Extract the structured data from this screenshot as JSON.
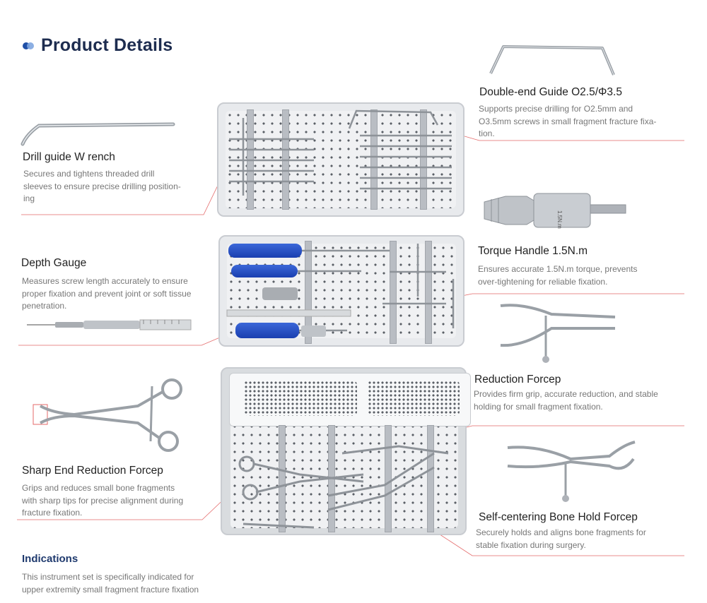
{
  "header": {
    "title": "Product Details"
  },
  "products": {
    "drill_guide_wrench": {
      "name": "Drill guide W rench",
      "desc_lines": [
        "Secures and tightens threaded drill",
        "sleeves to ensure precise drilling position-",
        "ing"
      ]
    },
    "double_end_guide": {
      "name": "Double-end Guide O2.5/Φ3.5",
      "desc_lines": [
        "Supports precise drilling for O2.5mm and",
        "O3.5mm screws in small fragment fracture fixa-",
        "tion."
      ]
    },
    "depth_gauge": {
      "name": "Depth Gauge",
      "desc_lines": [
        "Measures screw length accurately to ensure",
        "proper fixation and prevent joint or soft tissue",
        "penetration."
      ]
    },
    "torque_handle": {
      "name": "Torque Handle 1.5N.m",
      "desc_lines": [
        "Ensures accurate 1.5N.m torque, prevents",
        "over-tightening for reliable fixation."
      ],
      "engraving": "1.5N.m"
    },
    "reduction_forcep": {
      "name": "Reduction Forcep",
      "desc_lines": [
        "Provides firm grip, accurate reduction, and stable",
        "holding for small fragment fixation."
      ]
    },
    "sharp_end_reduction_forcep": {
      "name": "Sharp End Reduction Forcep",
      "desc_lines": [
        "Grips and reduces small bone fragments",
        "with sharp tips for precise alignment during",
        "fracture fixation."
      ]
    },
    "self_centering_forcep": {
      "name": "Self-centering Bone Hold Forcep",
      "desc_lines": [
        "Securely holds and aligns bone fragments for",
        "stable fixation during surgery."
      ]
    }
  },
  "indications": {
    "title": "Indications",
    "lines": [
      "This instrument set is specifically indicated for",
      "upper extremity small fragment fracture fixation"
    ]
  },
  "colors": {
    "title": "#1d2c4f",
    "accent_line": "#e46a6a",
    "handle_blue": "#2a55c9",
    "indications_title": "#1f3a6e"
  }
}
